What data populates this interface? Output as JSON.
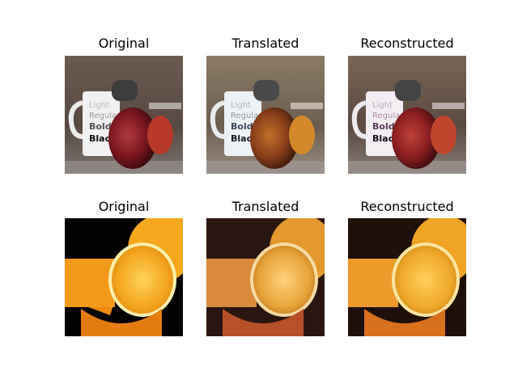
{
  "rows": [
    {
      "subject": "apple",
      "panels": [
        {
          "title": "Original"
        },
        {
          "title": "Translated"
        },
        {
          "title": "Reconstructed"
        }
      ]
    },
    {
      "subject": "orange",
      "panels": [
        {
          "title": "Original"
        },
        {
          "title": "Translated"
        },
        {
          "title": "Reconstructed"
        }
      ]
    }
  ],
  "mug_text": {
    "original": [
      "Light",
      "Regular",
      "Bold",
      "Black"
    ],
    "translated": [
      "Light",
      "Regular",
      "Bold",
      "Black"
    ],
    "reconstructed": [
      "Light",
      "Regular",
      "Bold",
      "Black"
    ]
  },
  "colors": {
    "apple_original": "#8a1f24",
    "apple_translated": "#9a4b1e",
    "apple_reconstructed": "#a12a22",
    "orange_original": "#f2a31a",
    "orange_translated": "#e39a2a",
    "orange_reconstructed": "#f0a52a"
  }
}
